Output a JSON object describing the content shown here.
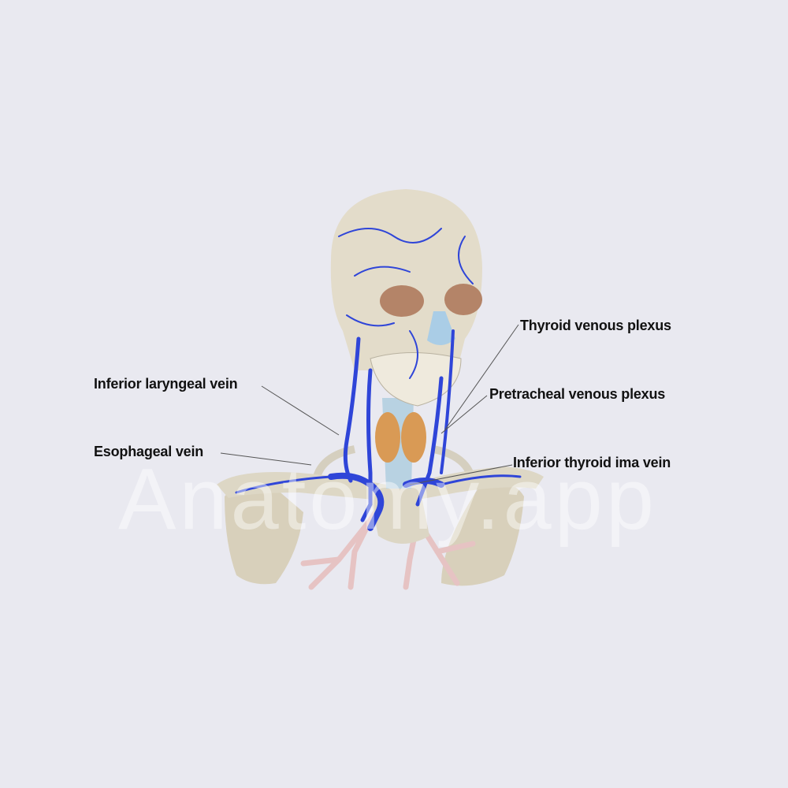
{
  "watermark": "Anatomy.app",
  "labels": [
    {
      "id": "thyroid-venous-plexus",
      "text": "Thyroid venous plexus"
    },
    {
      "id": "pretracheal-venous-plexus",
      "text": "Pretracheal venous plexus"
    },
    {
      "id": "inferior-laryngeal-vein",
      "text": "Inferior laryngeal vein"
    },
    {
      "id": "esophageal-vein",
      "text": "Esophageal vein"
    },
    {
      "id": "inferior-thyroid-ima-vein",
      "text": "Inferior thyroid ima vein"
    }
  ],
  "colors": {
    "background": "#e9e9f0",
    "vein": "#2f45d8",
    "bone": "#dcd6c4",
    "thyroid": "#d99a55",
    "cartilage": "#b8d2e2",
    "bronchi": "#e8c9c9"
  }
}
